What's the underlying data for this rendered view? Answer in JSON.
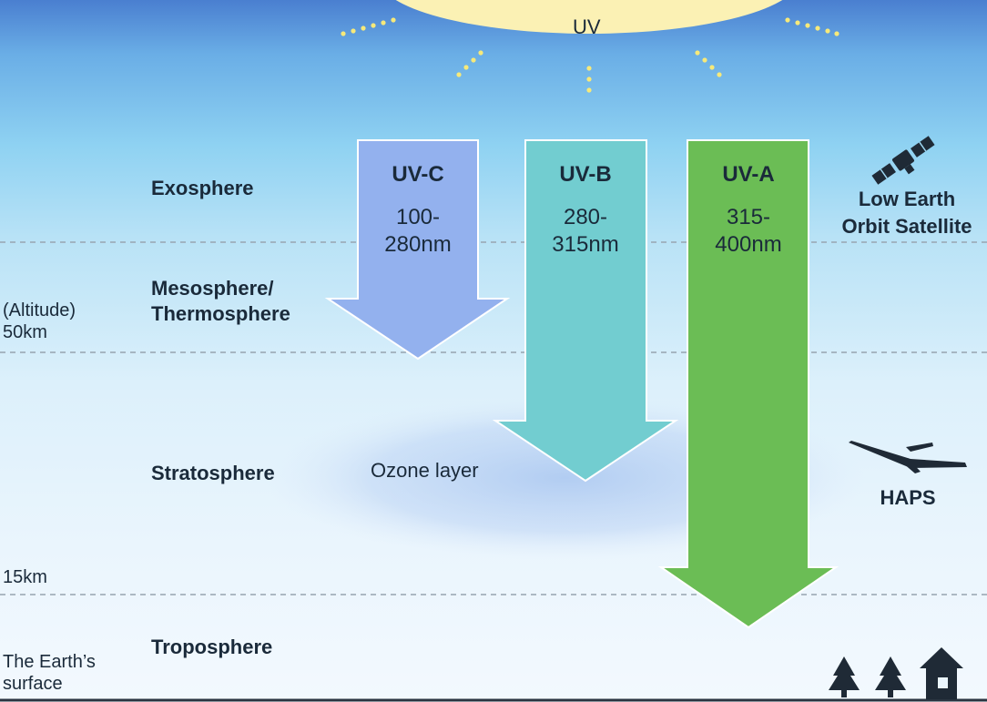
{
  "sun": {
    "label": "UV"
  },
  "layers": {
    "exosphere": "Exosphere",
    "mesosphere_line1": "Mesosphere/",
    "mesosphere_line2": "Thermosphere",
    "stratosphere": "Stratosphere",
    "troposphere": "Troposphere"
  },
  "altitude": {
    "caption": "(Altitude)",
    "km50": "50km",
    "km15": "15km",
    "surface_line1": "The Earth’s",
    "surface_line2": "surface"
  },
  "ozone": {
    "label": "Ozone layer"
  },
  "uv_bands": [
    {
      "name": "UV-C",
      "range": "100-\n280nm",
      "color": "#93b1ee"
    },
    {
      "name": "UV-B",
      "range": "280-\n315nm",
      "color": "#72cdd0"
    },
    {
      "name": "UV-A",
      "range": "315-\n400nm",
      "color": "#6bbd55"
    }
  ],
  "craft": {
    "satellite_line1": "Low Earth",
    "satellite_line2": "Orbit Satellite",
    "haps": "HAPS"
  },
  "icons": [
    "satellite-icon",
    "haps-aircraft-icon",
    "tree-icon",
    "house-icon",
    "sun-icon"
  ]
}
